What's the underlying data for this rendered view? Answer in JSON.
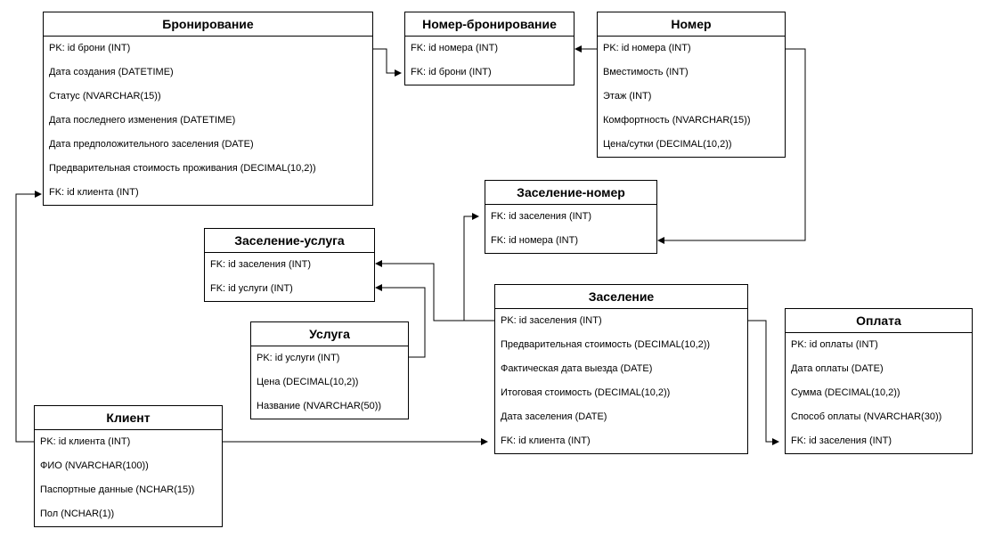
{
  "entities": {
    "bron": {
      "title": "Бронирование",
      "attrs": [
        "PK: id брони (INT)",
        "Дата создания (DATETIME)",
        "Статус (NVARCHAR(15))",
        "Дата последнего изменения (DATETIME)",
        "Дата предположительного заселения (DATE)",
        "Предварительная стоимость проживания (DECIMAL(10,2))",
        "FK: id клиента (INT)"
      ]
    },
    "nomer_bron": {
      "title": "Номер-бронирование",
      "attrs": [
        "FK: id номера (INT)",
        "FK: id брони (INT)"
      ]
    },
    "nomer": {
      "title": "Номер",
      "attrs": [
        "PK: id номера (INT)",
        "Вместимость (INT)",
        "Этаж (INT)",
        "Комфортность (NVARCHAR(15))",
        "Цена/сутки (DECIMAL(10,2))"
      ]
    },
    "zas_nomer": {
      "title": "Заселение-номер",
      "attrs": [
        "FK: id заселения (INT)",
        "FK: id номера (INT)"
      ]
    },
    "zas_usluga": {
      "title": "Заселение-услуга",
      "attrs": [
        "FK: id заселения (INT)",
        "FK: id услуги (INT)"
      ]
    },
    "usluga": {
      "title": "Услуга",
      "attrs": [
        "PK: id услуги (INT)",
        "Цена (DECIMAL(10,2))",
        "Название (NVARCHAR(50))"
      ]
    },
    "zaselenie": {
      "title": "Заселение",
      "attrs": [
        "PK: id заселения (INT)",
        "Предварительная стоимость (DECIMAL(10,2))",
        "Фактическая дата выезда (DATE)",
        "Итоговая стоимость (DECIMAL(10,2))",
        "Дата заселения (DATE)",
        "FK: id клиента (INT)"
      ]
    },
    "oplata": {
      "title": "Оплата",
      "attrs": [
        "PK: id оплаты (INT)",
        "Дата оплаты (DATE)",
        "Сумма (DECIMAL(10,2))",
        "Способ оплаты (NVARCHAR(30))",
        "FK: id заселения (INT)"
      ]
    },
    "klient": {
      "title": "Клиент",
      "attrs": [
        "PK: id клиента (INT)",
        "ФИО (NVARCHAR(100))",
        "Паспортные данные (NCHAR(15))",
        "Пол (NCHAR(1))"
      ]
    }
  }
}
